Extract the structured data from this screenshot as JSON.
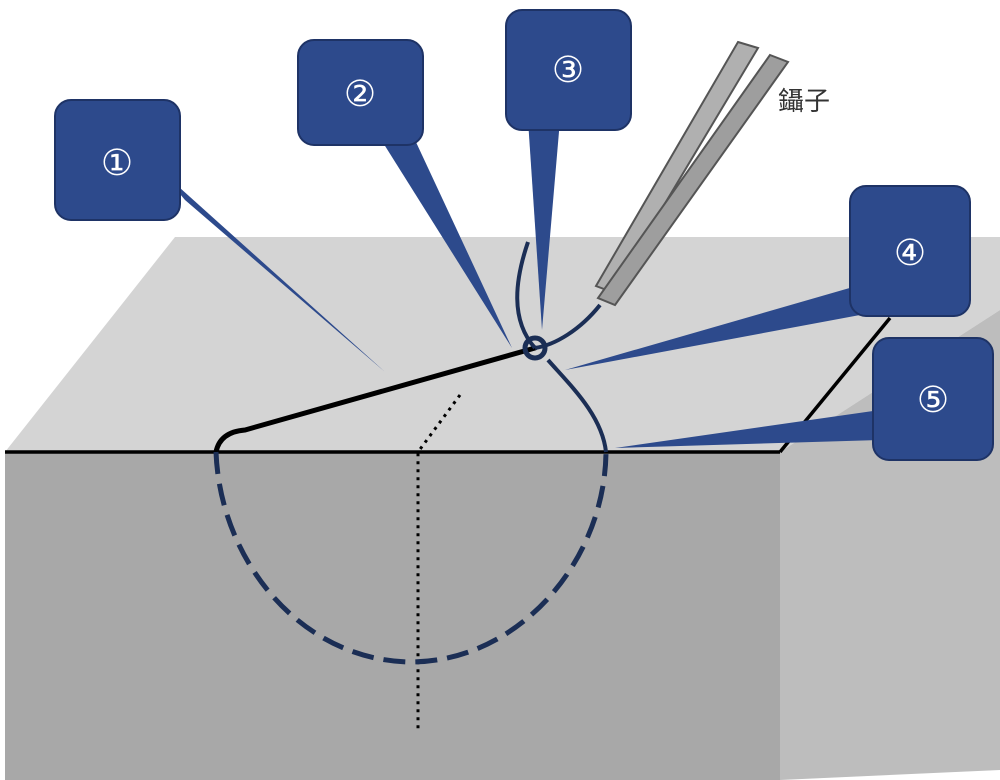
{
  "callouts": [
    {
      "id": "1",
      "label": "①"
    },
    {
      "id": "2",
      "label": "②"
    },
    {
      "id": "3",
      "label": "③"
    },
    {
      "id": "4",
      "label": "④"
    },
    {
      "id": "5",
      "label": "⑤"
    }
  ],
  "tool": {
    "label": "鑷子"
  },
  "colors": {
    "callout_fill": "#2d4a8c",
    "callout_stroke": "#1e3366",
    "suture_blue": "#1b2e55",
    "box_top": "#d4d4d4",
    "box_front": "#a8a8a8",
    "box_side": "#bdbdbd",
    "forceps": "#b0b0b0"
  }
}
